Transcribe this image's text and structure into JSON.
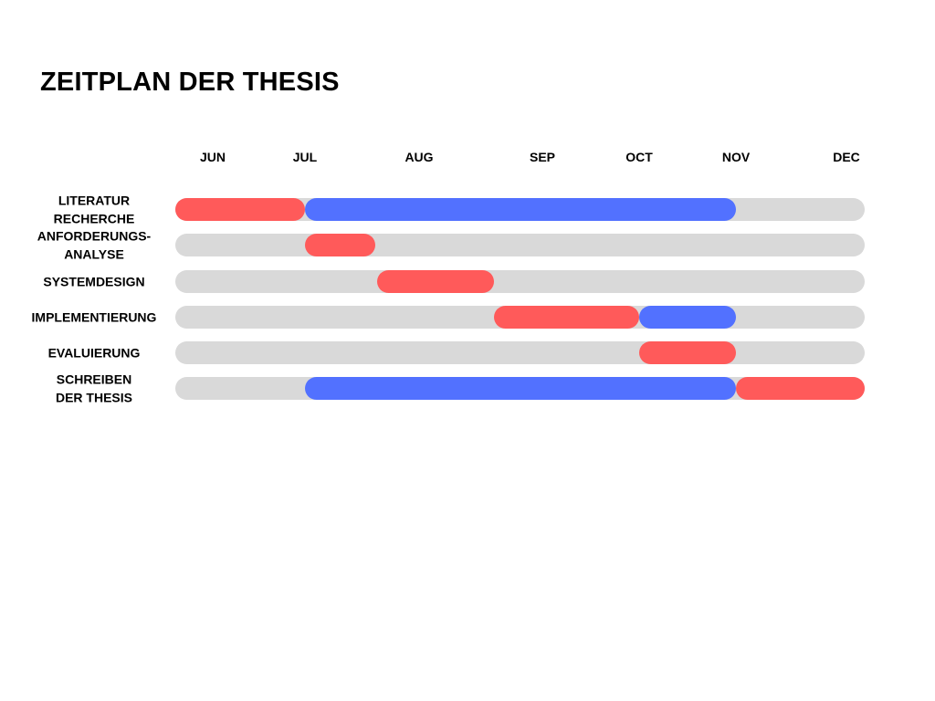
{
  "title": "ZEITPLAN DER THESIS",
  "colors": {
    "track": "#d9d9d9",
    "red": "#ff5a5a",
    "blue": "#5271ff"
  },
  "chart_data": {
    "type": "gantt",
    "title": "ZEITPLAN DER THESIS",
    "x_ticks": [
      "JUN",
      "JUL",
      "AUG",
      "SEP",
      "OCT",
      "NOV",
      "DEC"
    ],
    "x_range": [
      "JUN",
      "DEC"
    ],
    "grid": false,
    "legend": "none",
    "tasks": [
      {
        "label_lines": [
          "LITERATUR",
          "RECHERCHE"
        ],
        "segments": [
          {
            "start": "JUN",
            "end": "JUL",
            "color": "red"
          },
          {
            "start": "JUL",
            "end": "NOV",
            "color": "blue"
          }
        ]
      },
      {
        "label_lines": [
          "ANFORDERUNGS-",
          "ANALYSE"
        ],
        "segments": [
          {
            "start": "JUL",
            "end": "mid-JUL",
            "color": "red"
          }
        ]
      },
      {
        "label_lines": [
          "SYSTEMDESIGN"
        ],
        "segments": [
          {
            "start": "late-JUL",
            "end": "late-AUG",
            "color": "red"
          }
        ]
      },
      {
        "label_lines": [
          "IMPLEMENTIERUNG"
        ],
        "segments": [
          {
            "start": "late-AUG",
            "end": "OCT",
            "color": "red"
          },
          {
            "start": "OCT",
            "end": "NOV",
            "color": "blue"
          }
        ]
      },
      {
        "label_lines": [
          "EVALUIERUNG"
        ],
        "segments": [
          {
            "start": "OCT",
            "end": "NOV",
            "color": "red"
          }
        ]
      },
      {
        "label_lines": [
          "SCHREIBEN",
          "DER THESIS"
        ],
        "segments": [
          {
            "start": "JUL",
            "end": "NOV",
            "color": "blue"
          },
          {
            "start": "NOV",
            "end": "DEC",
            "color": "red"
          }
        ]
      }
    ]
  }
}
